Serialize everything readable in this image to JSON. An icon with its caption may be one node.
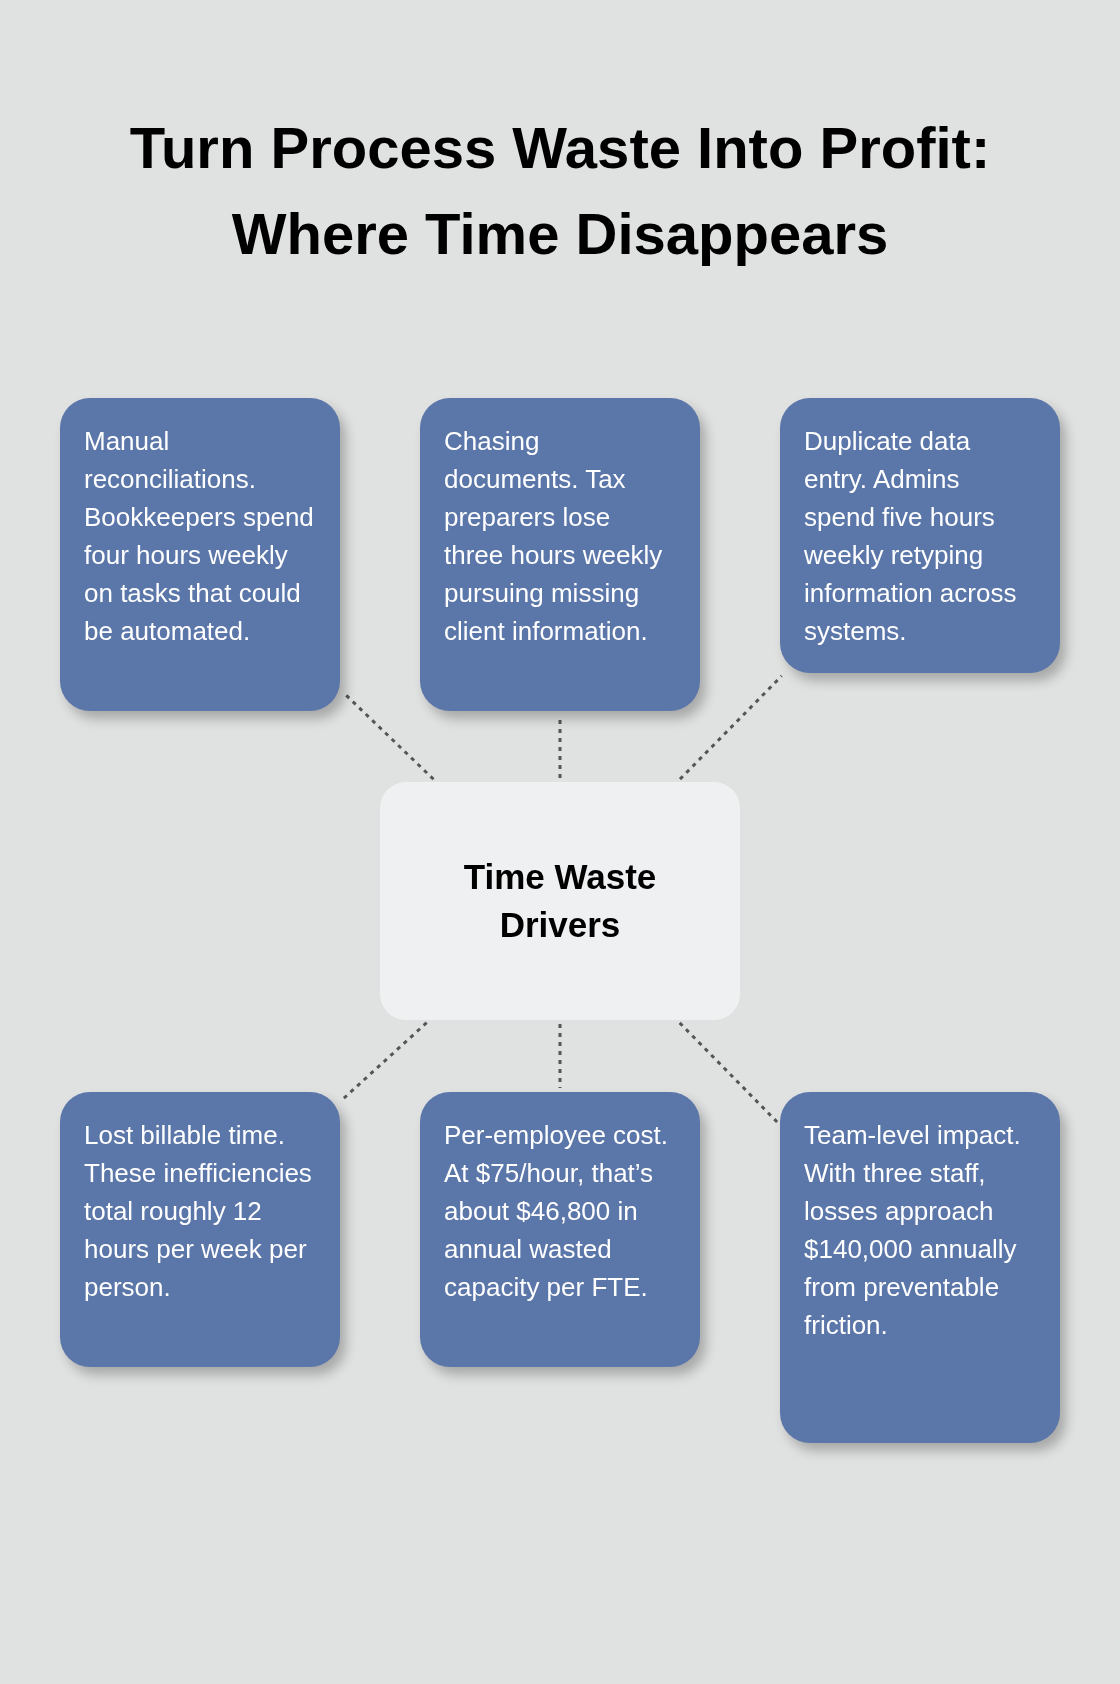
{
  "diagram": {
    "title": "Turn Process Waste Into Profit: Where Time Disappears",
    "nodes": [
      {
        "text": [
          "Manual reconciliations. Bookkeepers spend four hours weekly on tasks that could be automated."
        ]
      },
      {
        "text": [
          "Chasing documents. Tax preparers lose three hours weekly pursuing missing client information."
        ]
      },
      {
        "text": [
          "Duplicate data entry. Admins spend five hours weekly retyping information across systems."
        ]
      },
      {
        "text": [
          "Time Waste Drivers"
        ]
      },
      {
        "text": [
          "Lost billable time. These inefficiencies total roughly 12 hours per week per person."
        ]
      },
      {
        "text": [
          "Per-employee cost. At $75/hour, that’s about $46,800 in annual wasted capacity per FTE."
        ]
      },
      {
        "text": [
          "Team-level impact. With three staff, losses approach $140,000 annually from preventable friction."
        ]
      }
    ],
    "edges": [
      {
        "from": 3,
        "to": 0,
        "arrow": "none",
        "style": "dashed"
      },
      {
        "from": 3,
        "to": 1,
        "arrow": "none",
        "style": "dashed"
      },
      {
        "from": 3,
        "to": 2,
        "arrow": "none",
        "style": "dashed"
      },
      {
        "from": 3,
        "to": 4,
        "arrow": "none",
        "style": "dashed"
      },
      {
        "from": 3,
        "to": 5,
        "arrow": "none",
        "style": "dashed"
      },
      {
        "from": 3,
        "to": 6,
        "arrow": "none",
        "style": "dashed"
      }
    ]
  }
}
